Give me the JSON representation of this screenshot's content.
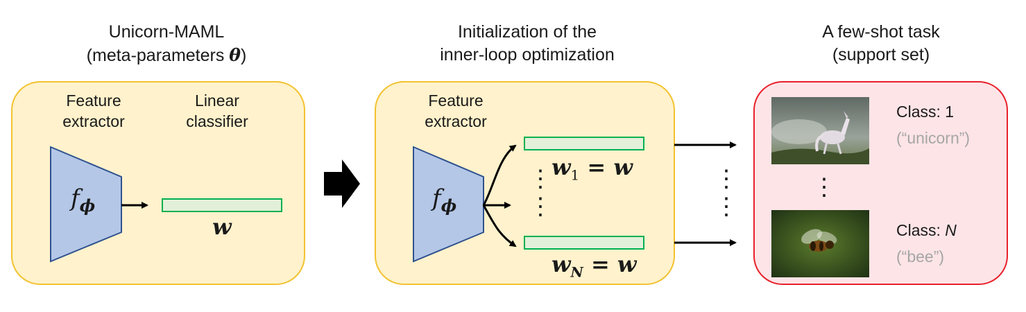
{
  "panels": {
    "left": {
      "title_line1": "Unicorn-MAML",
      "title_line2_prefix": "(meta-parameters ",
      "title_theta": "θ",
      "title_line2_suffix": ")",
      "feature_extractor_line1": "Feature",
      "feature_extractor_line2": "extractor",
      "linear_classifier_line1": "Linear",
      "linear_classifier_line2": "classifier",
      "weight_symbol": "w",
      "function_symbol": "f",
      "function_subscript": "ϕ"
    },
    "middle": {
      "title_line1": "Initialization of the",
      "title_line2": "inner-loop optimization",
      "feature_extractor_line1": "Feature",
      "feature_extractor_line2": "extractor",
      "function_symbol": "f",
      "function_subscript": "ϕ",
      "eq1_w": "w",
      "eq1_sub": "1",
      "eq1_rhs": " = w",
      "eqN_w": "w",
      "eqN_sub": "N",
      "eqN_rhs": " = w"
    },
    "right": {
      "title_line1": "A few-shot task",
      "title_line2": "(support set)",
      "class1_label": "Class: 1",
      "class1_name": "(“unicorn”)",
      "classN_prefix": "Class: ",
      "classN_var": "N",
      "classN_name": "(“bee”)",
      "dots": "⋮"
    }
  },
  "colors": {
    "panel_fill": "#fff2cc",
    "panel_border": "#f2c230",
    "task_fill": "#fde4e7",
    "task_border": "#e8202a",
    "extractor_fill": "#b4c7e7",
    "extractor_border": "#2f528f",
    "weight_fill": "#e2f0d9",
    "weight_border": "#00b050"
  }
}
